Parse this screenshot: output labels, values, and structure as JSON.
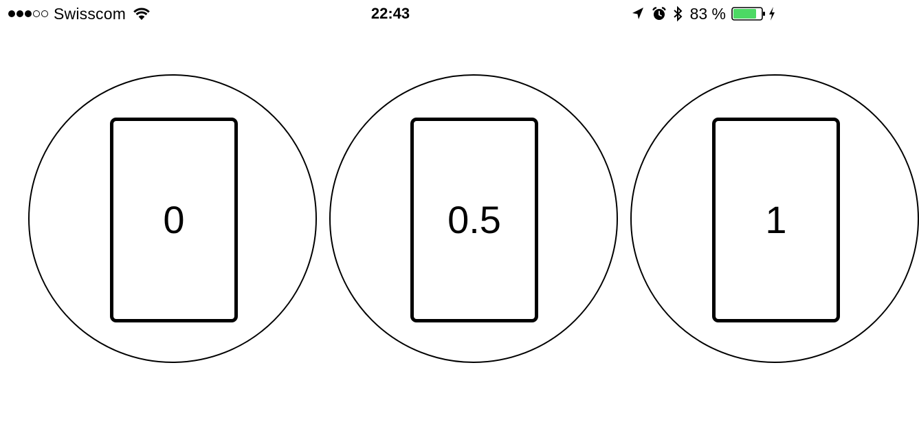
{
  "status_bar": {
    "signal_dots": [
      true,
      true,
      true,
      false,
      false
    ],
    "carrier": "Swisscom",
    "time": "22:43",
    "battery_percent": "83 %",
    "battery_level": 0.83,
    "battery_color": "#4cd964",
    "icons": [
      "wifi-icon",
      "location-arrow-icon",
      "alarm-clock-icon",
      "bluetooth-icon",
      "battery-icon",
      "charging-bolt-icon"
    ]
  },
  "cards": [
    {
      "value": "0"
    },
    {
      "value": "0.5"
    },
    {
      "value": "1"
    }
  ]
}
